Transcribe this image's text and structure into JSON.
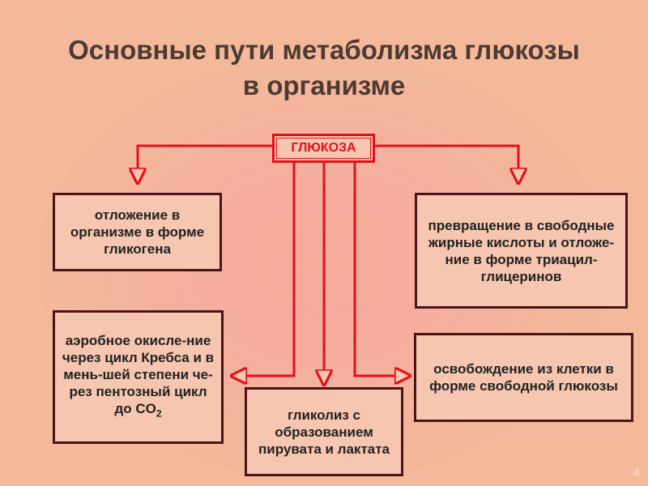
{
  "title": {
    "line1": "Основные пути метаболизма глюкозы",
    "line2": "в организме"
  },
  "center": {
    "label": "ГЛЮКОЗА"
  },
  "boxes": {
    "glycogen": "отложение в организме в форме гликогена",
    "fatty_acids": "превращение в свободные жирные кислоты и отложе-ние в форме триацил-глицеринов",
    "aerobic_main": "аэробное окисле-ние через цикл Кребса и в мень-шей степени че-рез пентозный цикл до CO",
    "aerobic_sub": "2",
    "glycolysis": "гликолиз с образованием пирувата и лактата",
    "release": "освобождение из клетки в форме свободной глюкозы"
  },
  "page_number": "4",
  "colors": {
    "background": "#f3b99a",
    "arrow": "#e3101c",
    "box_border": "#4b1418",
    "title": "#4d3a32"
  }
}
